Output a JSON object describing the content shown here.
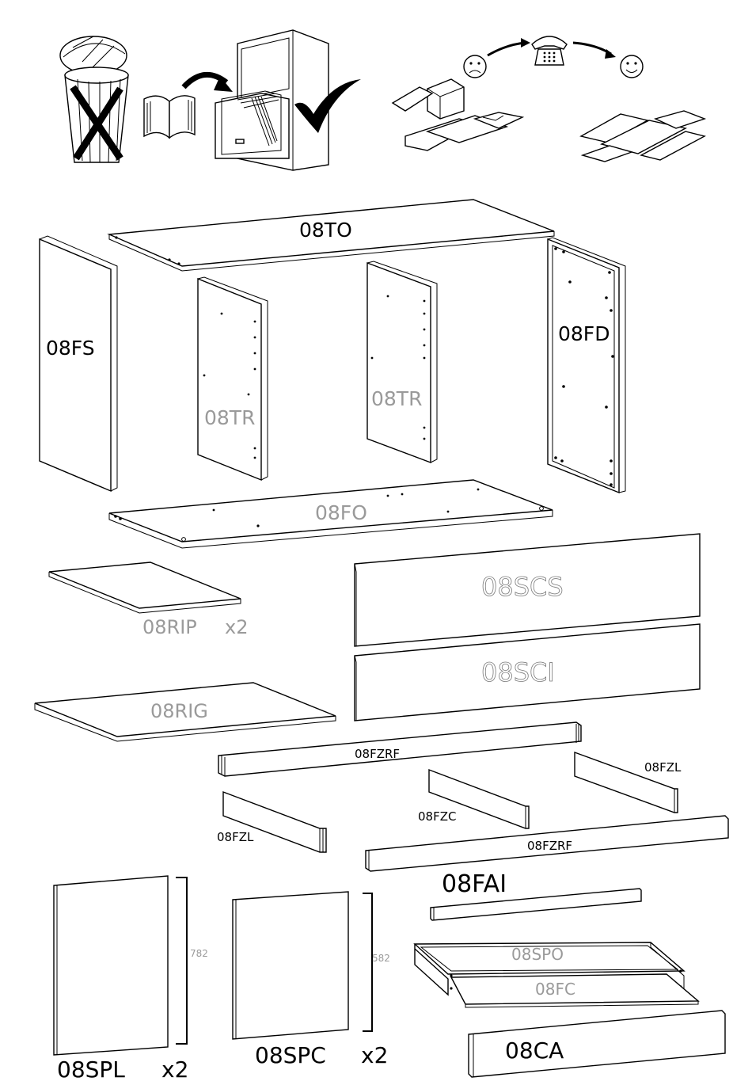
{
  "parts": {
    "top": "08TO",
    "side_left": "08FS",
    "partition_left": "08TR",
    "partition_right": "08TR",
    "side_right": "08FD",
    "bottom": "08FO",
    "small_shelf": "08RIP",
    "small_shelf_qty": "x2",
    "drawer_front_upper": "08SCS",
    "drawer_front_lower": "08SCI",
    "large_shelf": "08RIG",
    "rail_top": "08FZRF",
    "rail_left_top": "08FZL",
    "rail_center": "08FZC",
    "rail_left_bottom": "08FZL",
    "rail_bottom": "08FZRF",
    "front_strip": "08FAI",
    "door_left": "08SPL",
    "door_left_qty": "x2",
    "door_left_dim": "782",
    "door_center": "08SPC",
    "door_center_qty": "x2",
    "door_center_dim": "582",
    "drawer_back": "08SPO",
    "drawer_bottom": "08FC",
    "back_panel": "08CA"
  }
}
